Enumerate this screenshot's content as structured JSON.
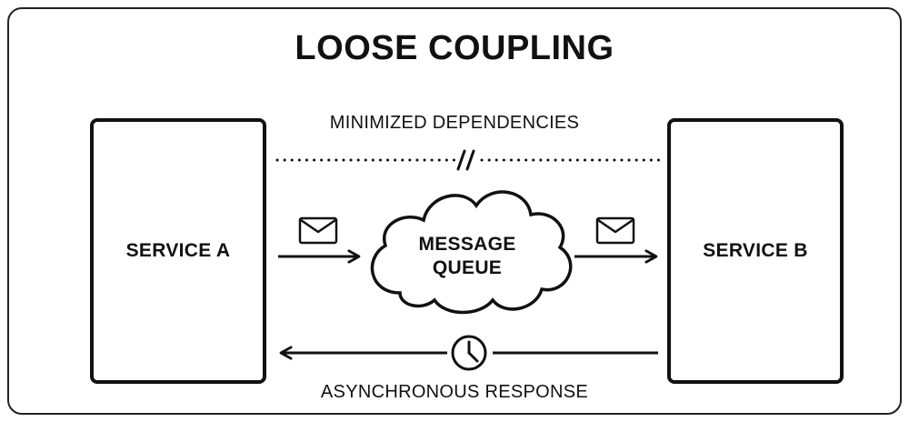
{
  "title": "LOOSE COUPLING",
  "dependencies_caption": "MINIMIZED DEPENDENCIES",
  "response_caption": "ASYNCHRONOUS RESPONSE",
  "service_a": {
    "label": "SERVICE A"
  },
  "service_b": {
    "label": "SERVICE B"
  },
  "queue": {
    "line1": "MESSAGE",
    "line2": "QUEUE"
  },
  "icons": {
    "message_in": "envelope-icon",
    "message_out": "envelope-icon",
    "response": "clock-icon",
    "dependency_break": "broken-link-slashes"
  },
  "colors": {
    "stroke": "#111111",
    "background": "#ffffff"
  }
}
